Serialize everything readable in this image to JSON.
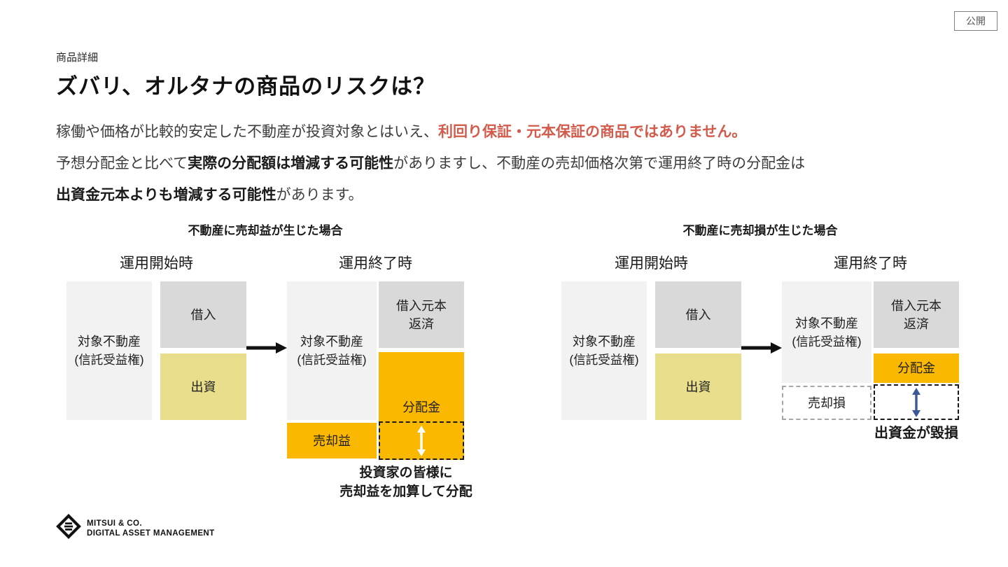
{
  "badge": {
    "label": "公開"
  },
  "header": {
    "eyebrow": "商品詳細",
    "title": "ズバリ、オルタナの商品のリスクは？"
  },
  "intro": {
    "line1_normal": "稼働や価格が比較的安定した不動産が投資対象とはいえ、",
    "line1_red": "利回り保証・元本保証の商品ではありません。",
    "line2_pre": "予想分配金と比べて",
    "line2_bold": "実際の分配額は増減する可能性",
    "line2_post": "がありますし、不動産の売却価格次第で運用終了時の分配金は",
    "line3_bold": "出資金元本よりも増減する可能性",
    "line3_post": "があります。"
  },
  "diagram_gain": {
    "title": "不動産に売却益が生じた場合",
    "phase_start": "運用開始時",
    "phase_end": "運用終了時",
    "property_l1": "対象不動産",
    "property_l2": "(信託受益権)",
    "loan": "借入",
    "equity": "出資",
    "repay_l1": "借入元本",
    "repay_l2": "返済",
    "distribution": "分配金",
    "sale_gain": "売却益",
    "caption_l1": "投資家の皆様に",
    "caption_l2": "売却益を加算して分配"
  },
  "diagram_loss": {
    "title": "不動産に売却損が生じた場合",
    "phase_start": "運用開始時",
    "phase_end": "運用終了時",
    "property_l1": "対象不動産",
    "property_l2": "(信託受益権)",
    "loan": "借入",
    "equity": "出資",
    "repay_l1": "借入元本",
    "repay_l2": "返済",
    "distribution": "分配金",
    "sale_loss": "売却損",
    "caption": "出資金が毀損"
  },
  "logo": {
    "line1": "MITSUI & CO.",
    "line2": "DIGITAL ASSET MANAGEMENT"
  },
  "colors": {
    "red": "#D25B4B",
    "gold": "#FAB800",
    "khaki": "#E8DE8C",
    "gray": "#D9D9D9",
    "lightgray": "#F2F2F2",
    "blue": "#3A5799"
  }
}
